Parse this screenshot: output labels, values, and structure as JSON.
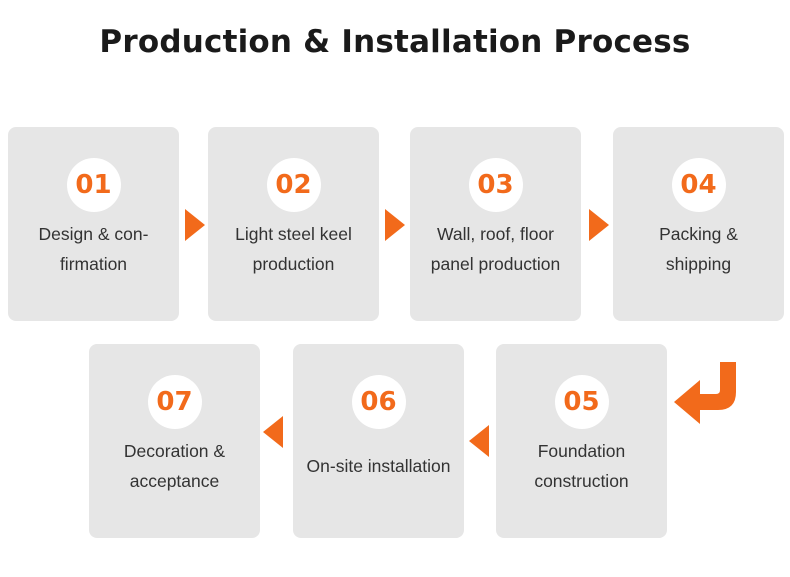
{
  "title": "Production & Installation Process",
  "accent_color": "#f26a1b",
  "card_color": "#e6e6e6",
  "steps": [
    {
      "number": "01",
      "lines": [
        "Design & con-",
        "firmation"
      ]
    },
    {
      "number": "02",
      "lines": [
        "Light steel keel",
        "production"
      ]
    },
    {
      "number": "03",
      "lines": [
        "Wall, roof, floor",
        "panel production"
      ]
    },
    {
      "number": "04",
      "lines": [
        "Packing &",
        "shipping"
      ]
    },
    {
      "number": "05",
      "lines": [
        "Foundation",
        "construction"
      ]
    },
    {
      "number": "06",
      "lines": [
        "On-site installation"
      ]
    },
    {
      "number": "07",
      "lines": [
        "Decoration &",
        "acceptance"
      ]
    }
  ],
  "arrows": {
    "flow_icon": "triangle-arrow-icon",
    "turn_icon": "u-turn-arrow-icon"
  }
}
